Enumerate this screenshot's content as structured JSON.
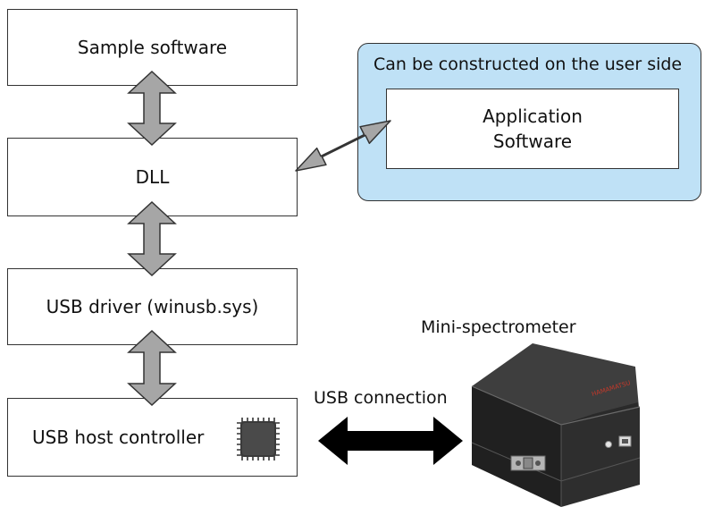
{
  "boxes": {
    "sample_software": "Sample software",
    "dll": "DLL",
    "usb_driver": "USB driver (winusb.sys)",
    "usb_host_controller": "USB host controller",
    "application_line1": "Application",
    "application_line2": "Software"
  },
  "user_panel": {
    "title": "Can be constructed on the user side",
    "color": "#bfe1f6"
  },
  "labels": {
    "mini_spectrometer": "Mini-spectrometer",
    "usb_connection": "USB connection"
  },
  "device": {
    "brand": "HAMAMATSU"
  },
  "colors": {
    "arrow_gray": "#a6a6a6",
    "usb_arrow": "#000000"
  }
}
